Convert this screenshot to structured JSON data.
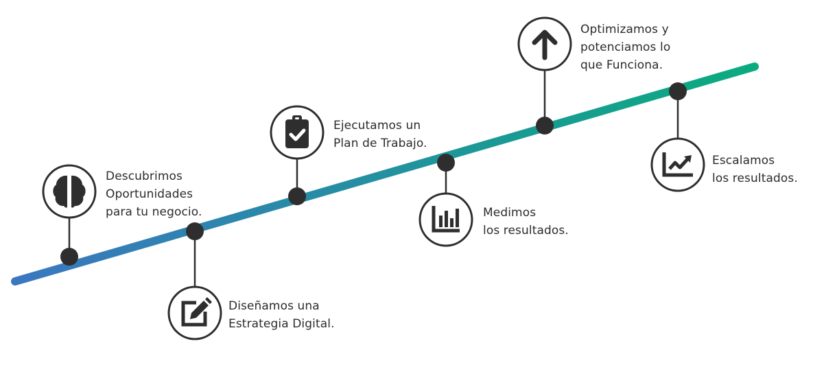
{
  "colors": {
    "line_start": "#3b77c0",
    "line_end": "#0aab7f",
    "node": "#2e2e2e",
    "icon": "#2e2e2e",
    "ring": "#2e2e2e",
    "text": "#2b2b2b"
  },
  "steps": [
    {
      "icon": "brain-icon",
      "lines": [
        "Descubrimos",
        "Oportunidades",
        "para tu negocio."
      ]
    },
    {
      "icon": "edit-icon",
      "lines": [
        "Diseñamos una",
        "Estrategia Digital."
      ]
    },
    {
      "icon": "clipboard-check-icon",
      "lines": [
        "Ejecutamos un",
        "Plan de Trabajo."
      ]
    },
    {
      "icon": "bar-chart-icon",
      "lines": [
        "Medimos",
        "los resultados."
      ]
    },
    {
      "icon": "arrow-up-icon",
      "lines": [
        "Optimizamos y",
        "potenciamos lo",
        "que Funciona."
      ]
    },
    {
      "icon": "trend-chart-icon",
      "lines": [
        "Escalamos",
        "los resultados."
      ]
    }
  ]
}
